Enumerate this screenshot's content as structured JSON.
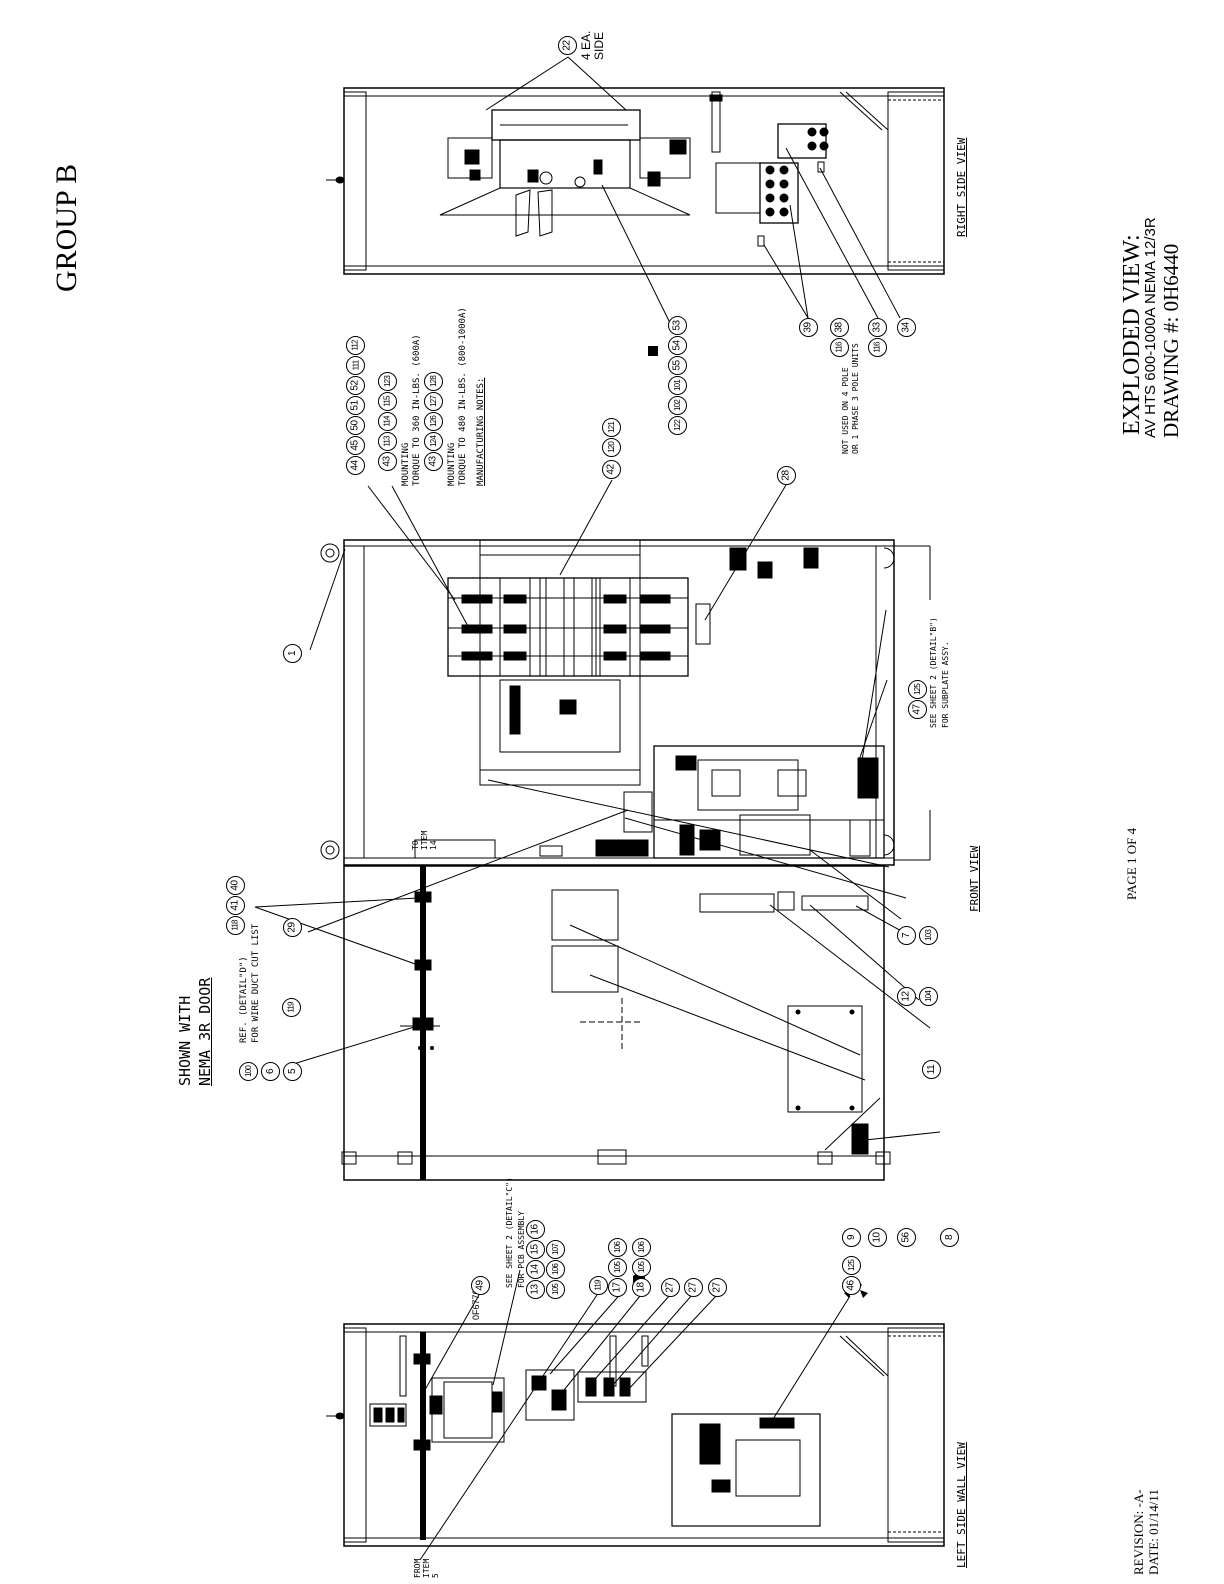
{
  "title": {
    "group": "GROUP B",
    "line1": "EXPLODED VIEW:",
    "line2": "AV HTS 600-1000A NEMA 12/3R",
    "line3": "DRAWING #: 0H6440"
  },
  "page": "PAGE 1 OF 4",
  "revision": "REVISION: -A-",
  "date": "DATE:  01/14/11",
  "views": {
    "front": "FRONT VIEW",
    "right": "RIGHT SIDE VIEW",
    "left": "LEFT SIDE WALL VIEW"
  },
  "notes": {
    "shown_with_1": "SHOWN WITH",
    "shown_with_2": "NEMA 3R DOOR",
    "ref_d_1": "REF. (DETAIL\"D\")",
    "ref_d_2": "FOR WIRE DUCT CUT LIST",
    "mount_600_1": "MOUNTING",
    "mount_600_2": "TORQUE TO 360 IN-LBS. (600A)",
    "mount_1000_1": "MOUNTING",
    "mount_1000_2": "TORQUE TO 480 IN-LBS. (800-1000A)",
    "mfg": "MANUFACTURING NOTES:",
    "not_used_1": "NOT USED ON 4 POLE",
    "not_used_2": "OR 1 PHASE 3 POLE UNITS",
    "sheet2_b_1": "SEE SHEET 2 (DETAIL\"B\")",
    "sheet2_b_2": "FOR SUBPLATE ASSY.",
    "sheet2_c_1": "SEE SHEET 2 (DETAIL\"C\")",
    "sheet2_c_2": "FOR PCB ASSEMBLY",
    "to_item_14_a": "TO",
    "to_item_14_b": "ITEM",
    "to_item_14_c": "14",
    "from_item_5_a": "FROM",
    "from_item_5_b": "ITEM",
    "from_item_5_c": "5",
    "four_ea_1": "4 EA.",
    "four_ea_2": "SIDE",
    "part_no": "0F6776B"
  },
  "balloons": {
    "b22": "22",
    "b53": "53",
    "b54": "54",
    "b55": "55",
    "b101": "101",
    "b102": "102",
    "b122": "122",
    "b39": "39",
    "b38": "38",
    "b116a": "116",
    "b33": "33",
    "b116b": "116",
    "b34": "34",
    "b112": "112",
    "b111": "111",
    "b52": "52",
    "b51": "51",
    "b50": "50",
    "b45": "45",
    "b44": "44",
    "b123": "123",
    "b115": "115",
    "b114": "114",
    "b113": "113",
    "b43a": "43",
    "b128": "128",
    "b127": "127",
    "b126": "126",
    "b124": "124",
    "b43b": "43",
    "b121": "121",
    "b120": "120",
    "b42": "42",
    "b28": "28",
    "b1": "1",
    "b125a": "125",
    "b47": "47",
    "b40": "40",
    "b41": "41",
    "b118": "118",
    "b29": "29",
    "b119a": "119",
    "b5": "5",
    "b6": "6",
    "b100": "100",
    "b7": "7",
    "b103": "103",
    "b12": "12",
    "b104": "104",
    "b11": "11",
    "b9": "9",
    "b10": "10",
    "b56": "56",
    "b8": "8",
    "b49": "49",
    "b16": "16",
    "b15": "15",
    "b14": "14",
    "b13": "13",
    "b107": "107",
    "b106a": "106",
    "b105a": "105",
    "b119b": "119",
    "b17": "17",
    "b105b": "105",
    "b106b": "106",
    "b18": "18",
    "b105c": "105",
    "b106c": "106",
    "b27a": "27",
    "b27b": "27",
    "b27c": "27",
    "b125b": "125",
    "b46": "46"
  }
}
